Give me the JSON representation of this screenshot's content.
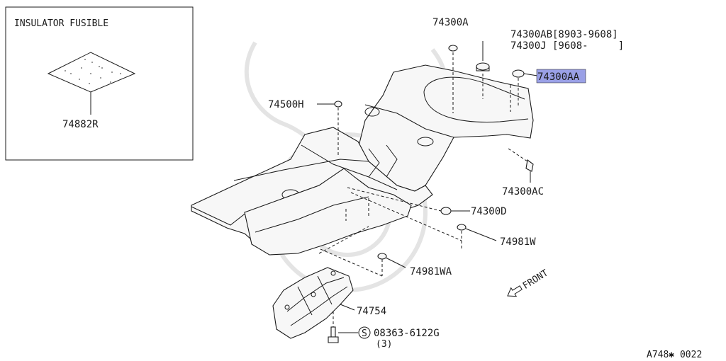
{
  "inset": {
    "title": "INSULATOR FUSIBLE",
    "part_number": "74882R"
  },
  "callouts": {
    "p74300A": "74300A",
    "p74300AB": "74300AB[8903-9608]",
    "p74300J": "74300J [9608-     ]",
    "p74300AA": "74300AA",
    "p74500H": "74500H",
    "p74300AC": "74300AC",
    "p74300D": "74300D",
    "p74981W": "74981W",
    "p74981WA": "74981WA",
    "p74754": "74754",
    "bolt_symbol": "S",
    "bolt_number": "08363-6122G",
    "bolt_qty": "(3)"
  },
  "front_label": "FRONT",
  "diagram_code": "A748✱ 0022",
  "colors": {
    "highlight": "#9aa0e6",
    "line": "#1a1a1a"
  }
}
